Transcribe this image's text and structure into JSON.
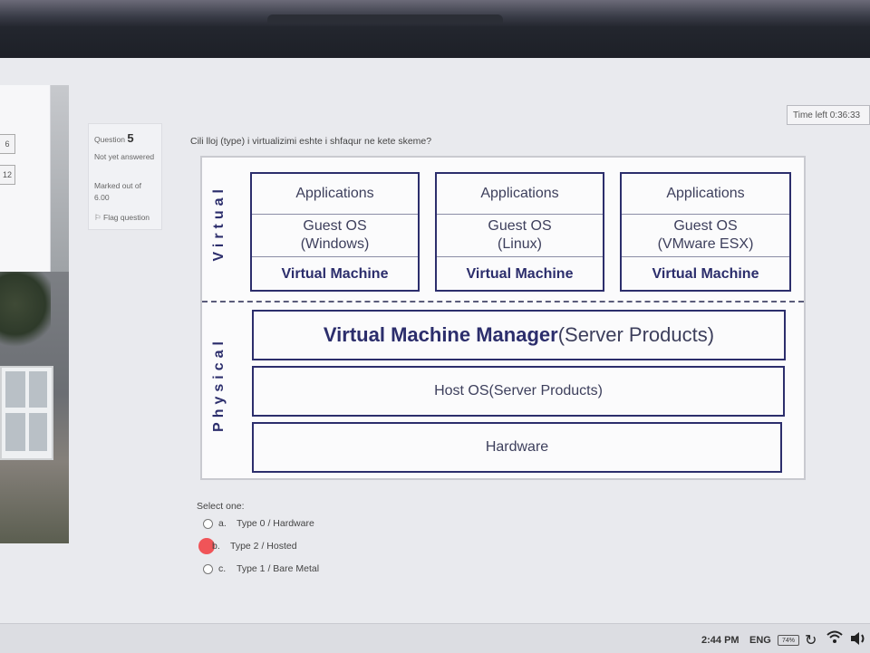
{
  "quiz": {
    "timer": "Time left 0:36:33",
    "question_label": "Question",
    "question_number": "5",
    "status": "Not yet answered",
    "marked": "Marked out of 6.00",
    "flag": "Flag question",
    "question_text": "Cili lloj (type) i virtualizimi eshte i shfaqur ne kete skeme?",
    "select_one": "Select one:",
    "answers": [
      {
        "letter": "a.",
        "text": "Type 0 / Hardware",
        "selected": false
      },
      {
        "letter": "b.",
        "text": "Type 2 / Hosted",
        "selected": true
      },
      {
        "letter": "c.",
        "text": "Type 1 / Bare Metal",
        "selected": false
      }
    ]
  },
  "nav": {
    "buttons": [
      "6",
      "12"
    ]
  },
  "diagram": {
    "virtual_label": "Virtual",
    "physical_label": "Physical",
    "columns": [
      {
        "apps": "Applications",
        "guest": "Guest OS",
        "guest_sub": "(Windows)",
        "vm": "Virtual Machine"
      },
      {
        "apps": "Applications",
        "guest": "Guest OS",
        "guest_sub": "(Linux)",
        "vm": "Virtual Machine"
      },
      {
        "apps": "Applications",
        "guest": "Guest OS",
        "guest_sub": "(VMware ESX)",
        "vm": "Virtual Machine"
      }
    ],
    "vmm_bold": "Virtual Machine Manager",
    "vmm_rest": "(Server Products)",
    "host_os": "Host OS(Server Products)",
    "hardware": "Hardware"
  },
  "taskbar": {
    "time": "2:44 PM",
    "lang": "ENG",
    "battery": "74%"
  }
}
